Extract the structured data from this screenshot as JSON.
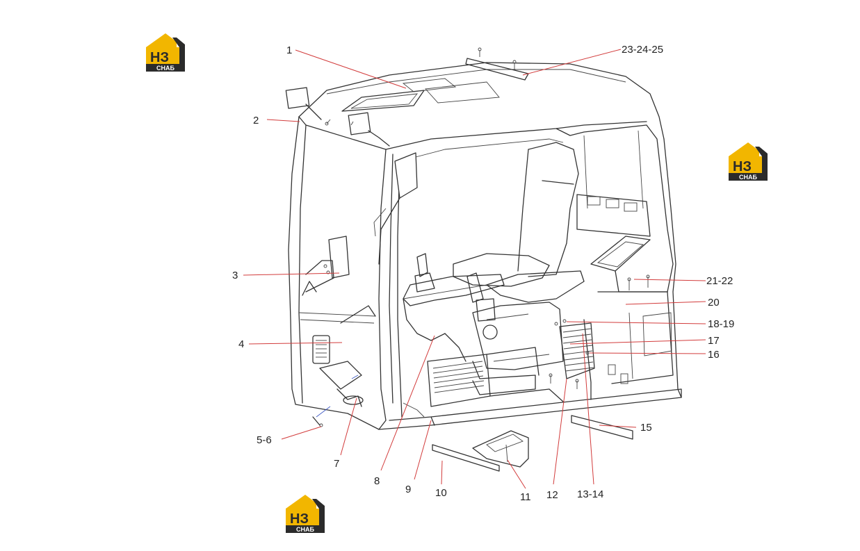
{
  "logos": [
    {
      "brand": "НЗ",
      "sub": "СНАБ"
    },
    {
      "brand": "НЗ",
      "sub": "СНАБ"
    },
    {
      "brand": "НЗ",
      "sub": "СНАБ"
    }
  ],
  "colors": {
    "logo_yellow": "#f2b600",
    "logo_dark": "#2b2b2b",
    "callout_line": "#d23b3b",
    "drawing": "#333333"
  },
  "callouts": [
    {
      "label": "1"
    },
    {
      "label": "2"
    },
    {
      "label": "3"
    },
    {
      "label": "4"
    },
    {
      "label": "5-6"
    },
    {
      "label": "7"
    },
    {
      "label": "8"
    },
    {
      "label": "9"
    },
    {
      "label": "10"
    },
    {
      "label": "11"
    },
    {
      "label": "12"
    },
    {
      "label": "13-14"
    },
    {
      "label": "15"
    },
    {
      "label": "16"
    },
    {
      "label": "17"
    },
    {
      "label": "18-19"
    },
    {
      "label": "20"
    },
    {
      "label": "21-22"
    },
    {
      "label": "23-24-25"
    }
  ]
}
